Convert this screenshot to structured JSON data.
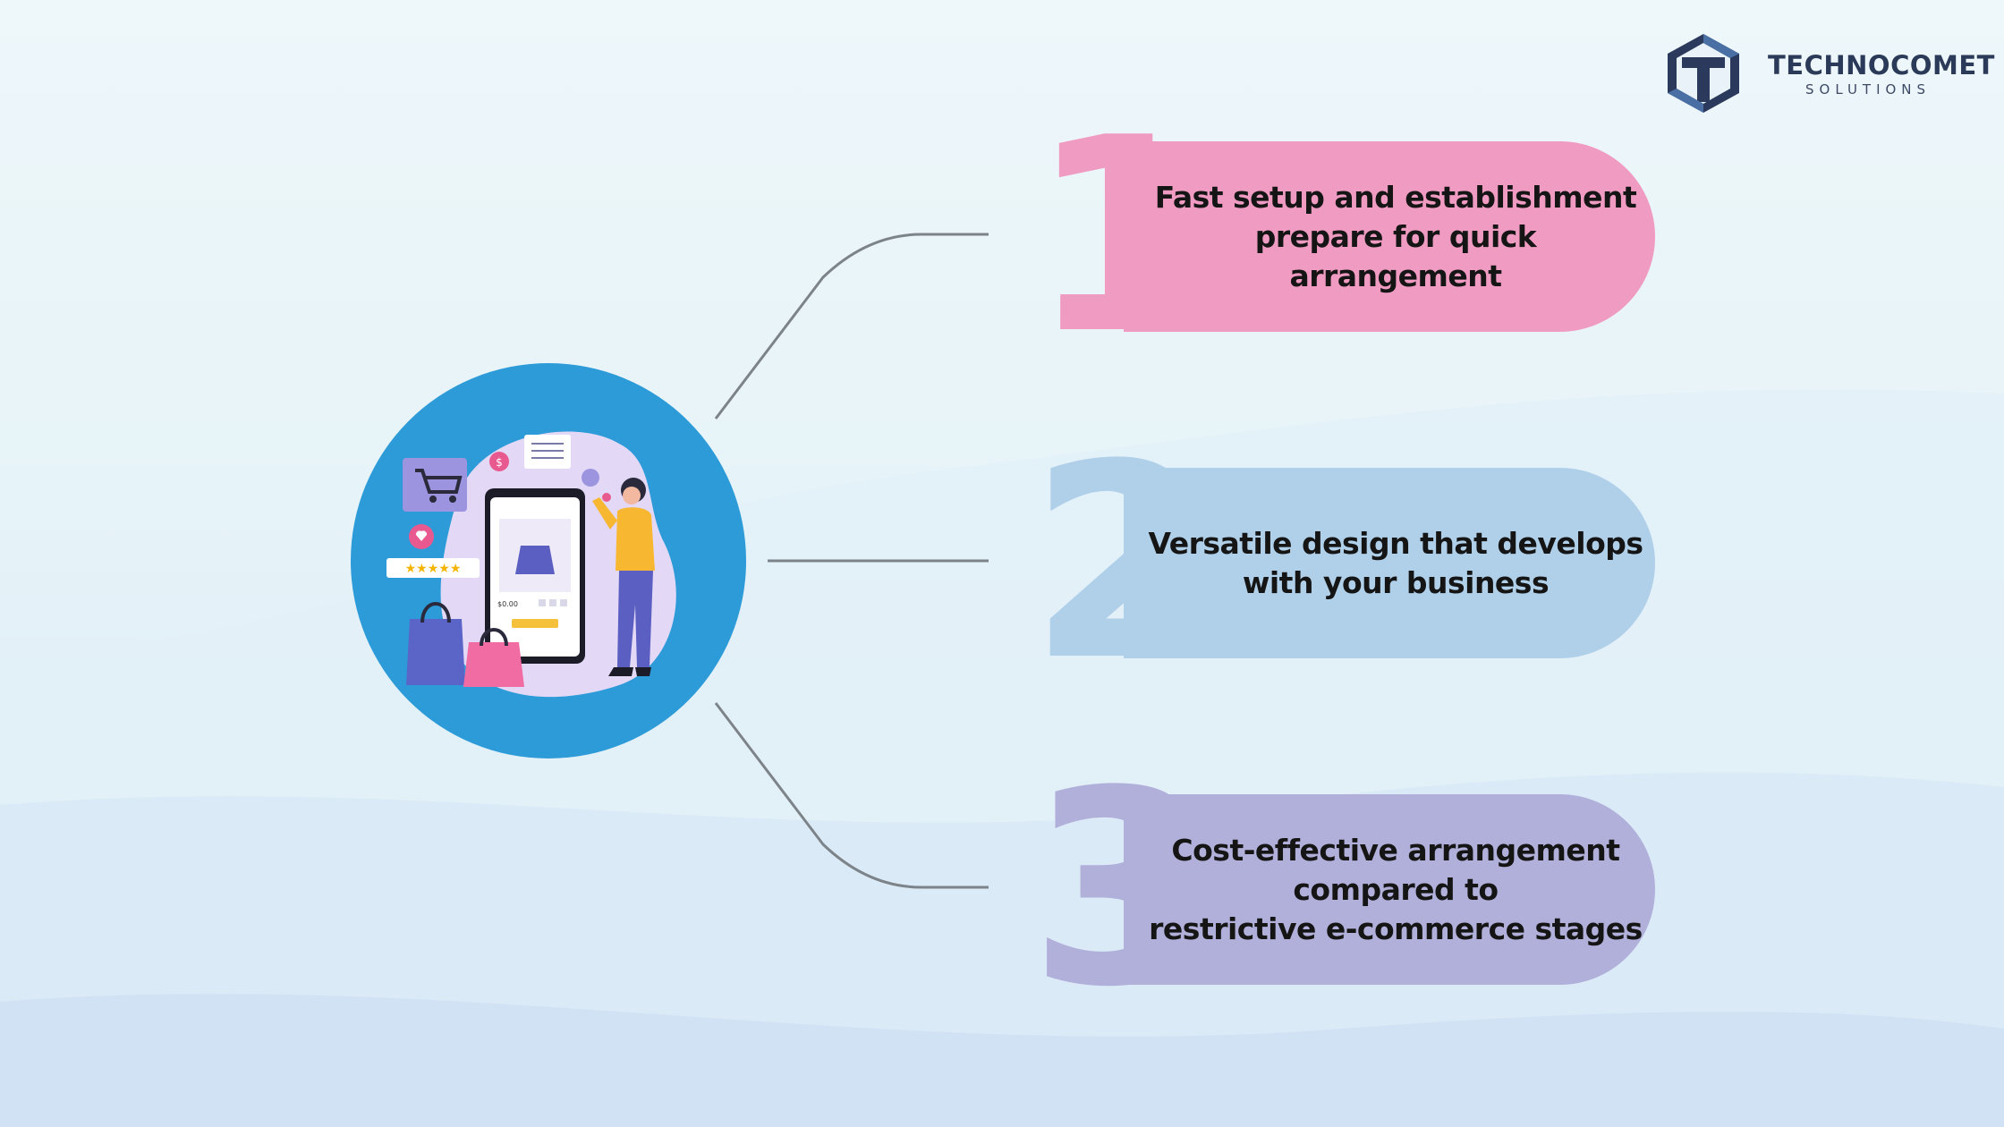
{
  "brand": {
    "name": "TECHNOCOMET",
    "tagline": "SOLUTIONS",
    "logo_icon": "cube-t-logo-icon",
    "colors": {
      "primary": "#2b3a5c",
      "accent": "#4a6fa5"
    }
  },
  "hero": {
    "icon": "online-shopping-illustration",
    "circle_color": "#2d9bd8",
    "blob_color": "#e3d9f7",
    "price": "$0.00"
  },
  "items": [
    {
      "number": "1",
      "text": "Fast setup and establishment\nprepare for quick arrangement",
      "color": "#f09cc2",
      "number_color": "#f09cc2"
    },
    {
      "number": "2",
      "text": "Versatile design that develops\nwith your business",
      "color": "#b0d0ea",
      "number_color": "#b0d0ea"
    },
    {
      "number": "3",
      "text": "Cost-effective arrangement\ncompared to\nrestrictive e-commerce stages",
      "color": "#b1b0da",
      "number_color": "#b1b0da"
    }
  ],
  "connector_color": "#7d8489"
}
